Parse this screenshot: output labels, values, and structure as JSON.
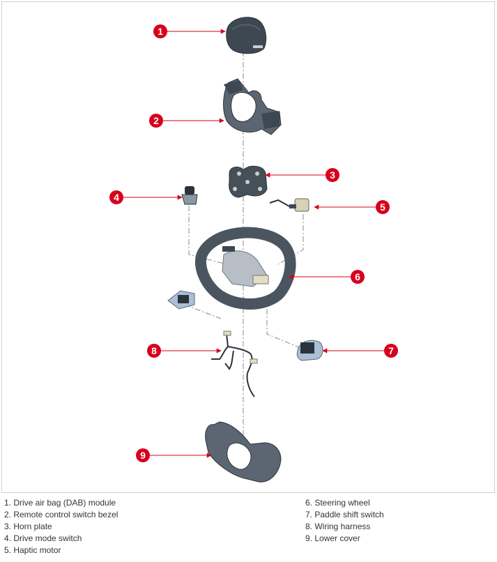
{
  "figure": {
    "callouts": [
      {
        "id": 1,
        "label": "1"
      },
      {
        "id": 2,
        "label": "2"
      },
      {
        "id": 3,
        "label": "3"
      },
      {
        "id": 4,
        "label": "4"
      },
      {
        "id": 5,
        "label": "5"
      },
      {
        "id": 6,
        "label": "6"
      },
      {
        "id": 7,
        "label": "7"
      },
      {
        "id": 8,
        "label": "8"
      },
      {
        "id": 9,
        "label": "9"
      }
    ],
    "colors": {
      "callout": "#d6001c",
      "part_dark": "#3e4852",
      "part_mid": "#5b6672",
      "leader": "#8a8a8a"
    }
  },
  "legend": {
    "items": [
      "1. Drive air bag (DAB) module",
      "2. Remote control switch bezel",
      "3. Horn plate",
      "4. Drive mode switch",
      "5. Haptic motor",
      "6. Steering wheel",
      "7. Paddle shift switch",
      "8. Wiring harness",
      "9. Lower cover"
    ]
  }
}
